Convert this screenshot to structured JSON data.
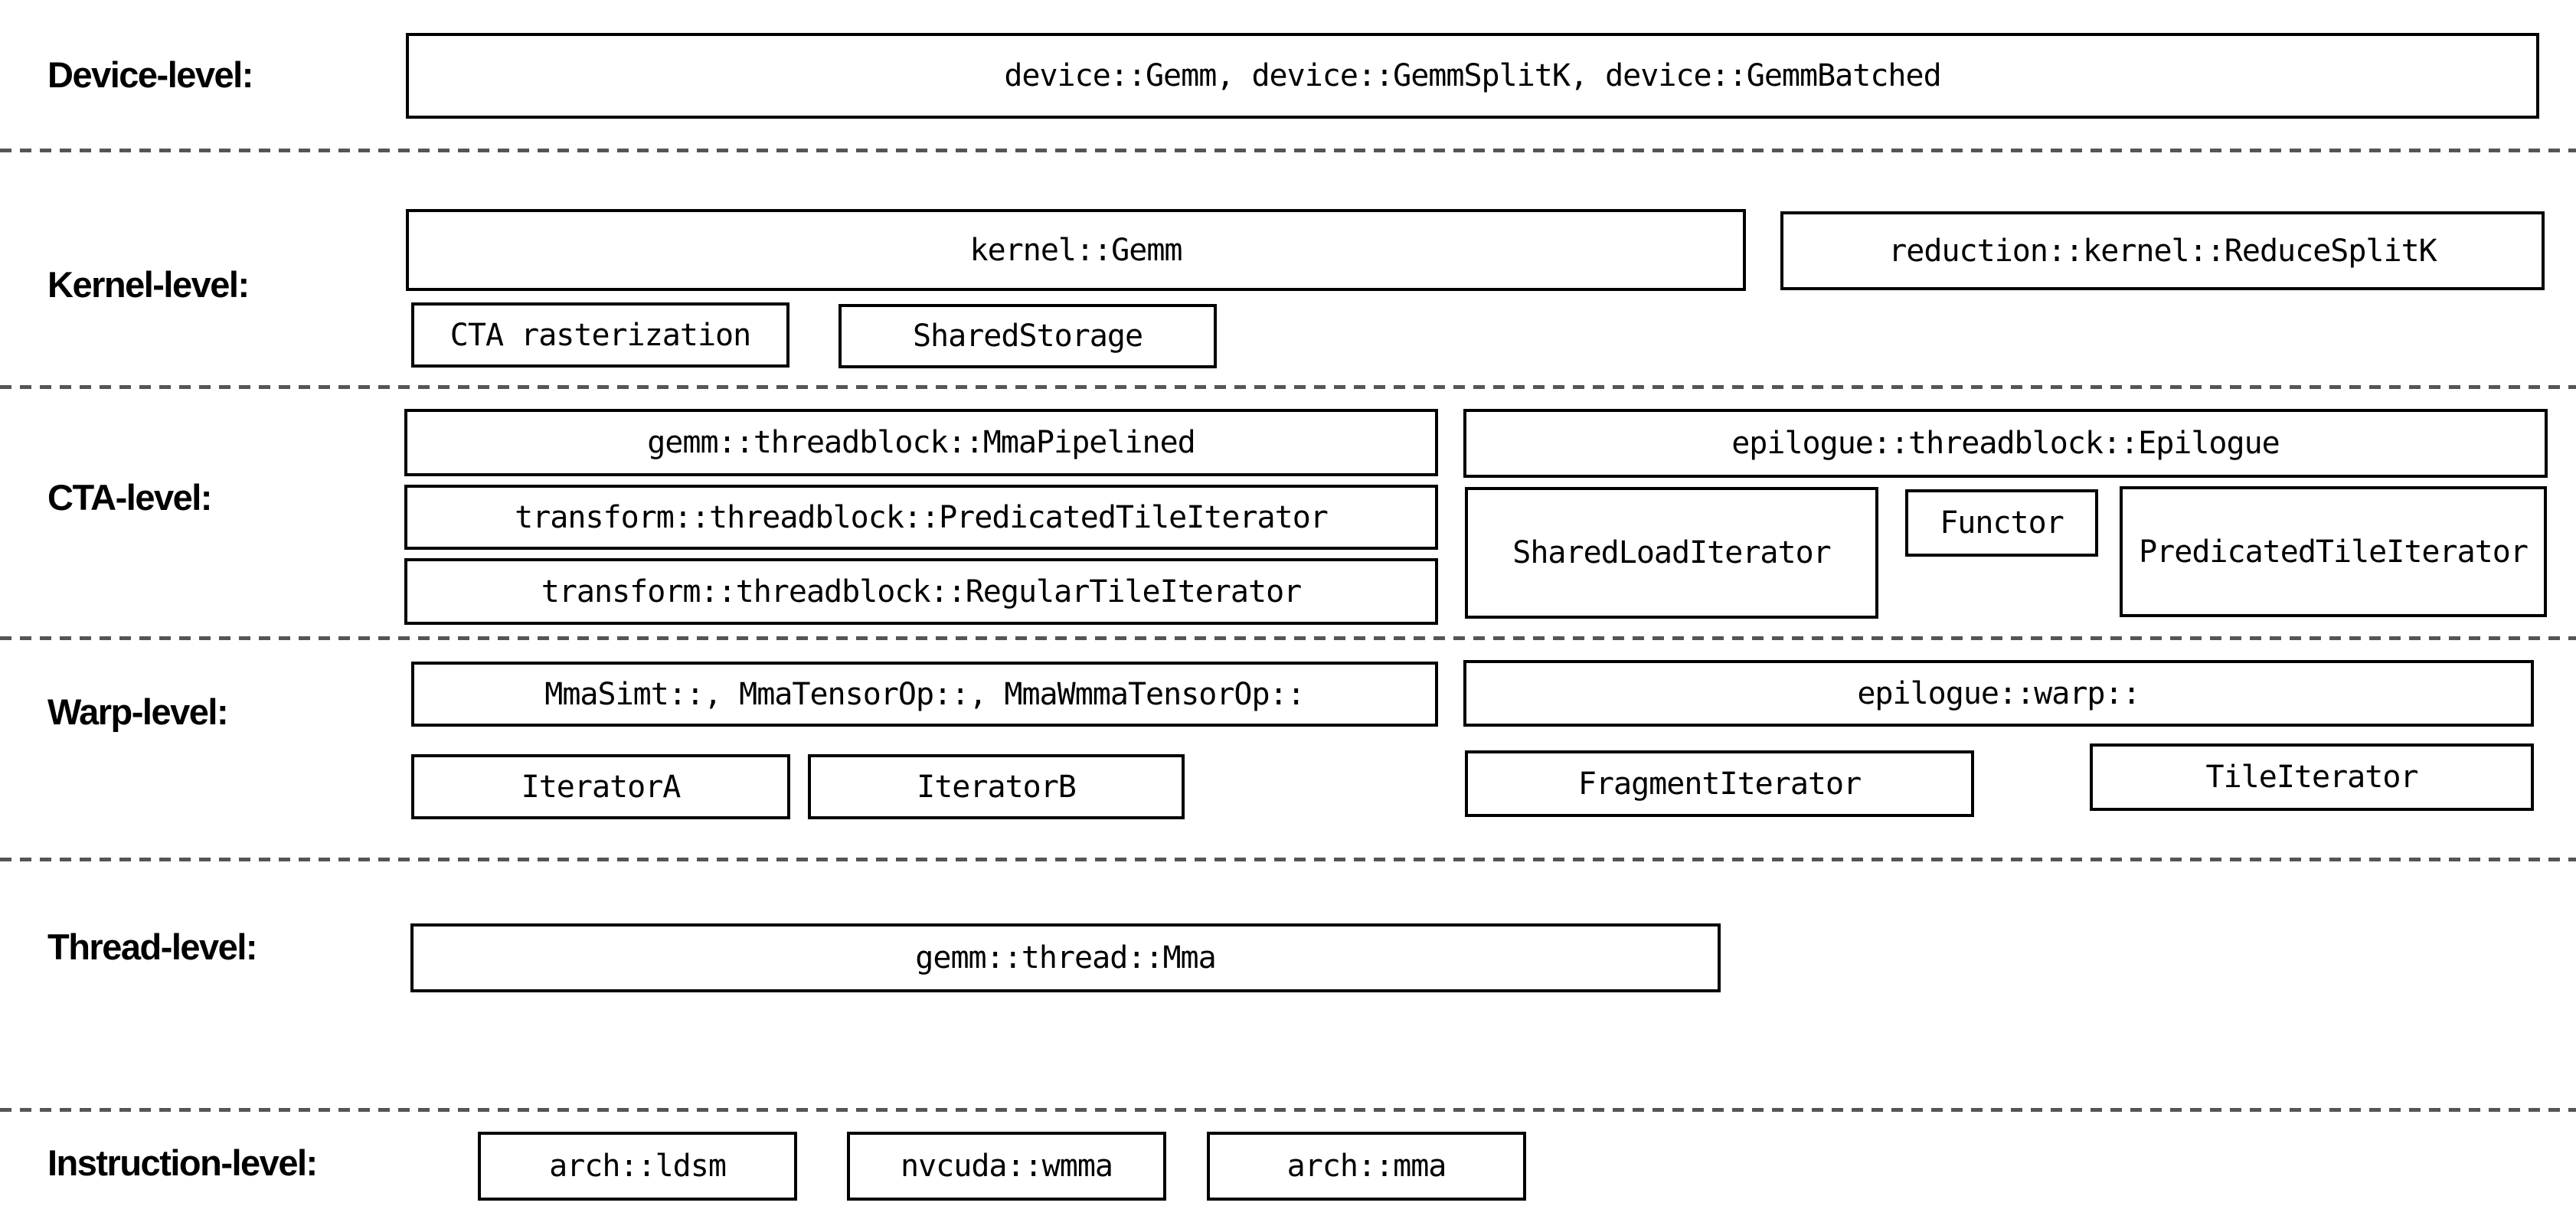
{
  "colors": {
    "background": "#ffffff",
    "box_border": "#000000",
    "text": "#000000",
    "divider": "#555555"
  },
  "levels": [
    {
      "label": "Device-level:",
      "boxes": [
        {
          "text": "device::Gemm, device::GemmSplitK, device::GemmBatched"
        }
      ]
    },
    {
      "label": "Kernel-level:",
      "boxes": [
        {
          "text": "kernel::Gemm"
        },
        {
          "text": "reduction::kernel::ReduceSplitK"
        },
        {
          "text": "CTA rasterization"
        },
        {
          "text": "SharedStorage"
        }
      ]
    },
    {
      "label": "CTA-level:",
      "boxes": [
        {
          "text": "gemm::threadblock::MmaPipelined"
        },
        {
          "text": "epilogue::threadblock::Epilogue"
        },
        {
          "text": "transform::threadblock::PredicatedTileIterator"
        },
        {
          "text": "SharedLoadIterator"
        },
        {
          "text": "Functor"
        },
        {
          "text": "PredicatedTileIterator"
        },
        {
          "text": "transform::threadblock::RegularTileIterator"
        }
      ]
    },
    {
      "label": "Warp-level:",
      "boxes": [
        {
          "text": "MmaSimt::, MmaTensorOp::, MmaWmmaTensorOp::"
        },
        {
          "text": "epilogue::warp::"
        },
        {
          "text": "IteratorA"
        },
        {
          "text": "IteratorB"
        },
        {
          "text": "FragmentIterator"
        },
        {
          "text": "TileIterator"
        }
      ]
    },
    {
      "label": "Thread-level:",
      "boxes": [
        {
          "text": "gemm::thread::Mma"
        }
      ]
    },
    {
      "label": "Instruction-level:",
      "boxes": [
        {
          "text": "arch::ldsm"
        },
        {
          "text": "nvcuda::wmma"
        },
        {
          "text": "arch::mma"
        }
      ]
    }
  ]
}
